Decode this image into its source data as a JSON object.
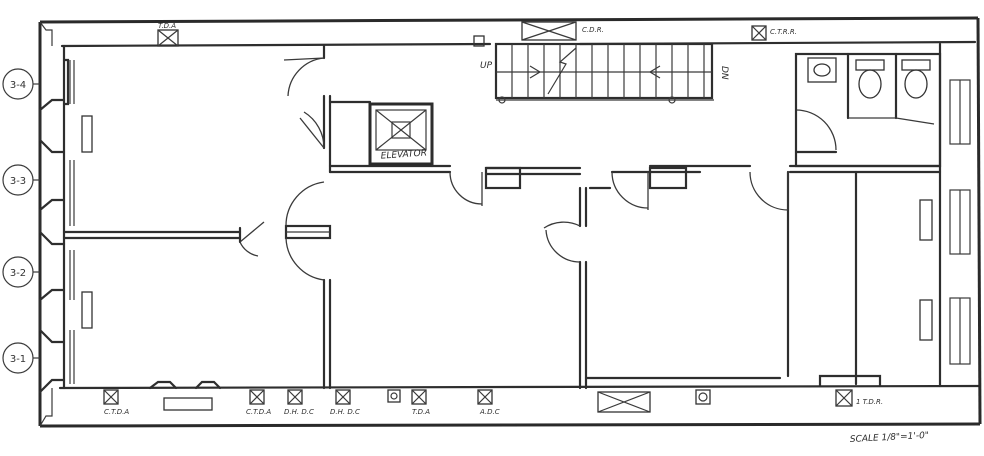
{
  "grid_markers": [
    "3-4",
    "3-3",
    "3-2",
    "3-1"
  ],
  "labels": {
    "elevator": "ELEVATOR",
    "stair_up": "UP",
    "stair_dn": "DN",
    "scale": "SCALE 1/8\"=1'-0\""
  },
  "equipment_tags": {
    "top_left": "T.D.A",
    "top_stair": "C.D.R.",
    "top_right": "C.T.R.R.",
    "bottom_1": "C.T.D.A",
    "bottom_2": "C.T.D.A",
    "bottom_3": "D.H. D.C",
    "bottom_4": "D.H. D.C",
    "bottom_5": "T.D.A",
    "bottom_6": "A.D.C",
    "bottom_7": "1 T.D.R."
  }
}
